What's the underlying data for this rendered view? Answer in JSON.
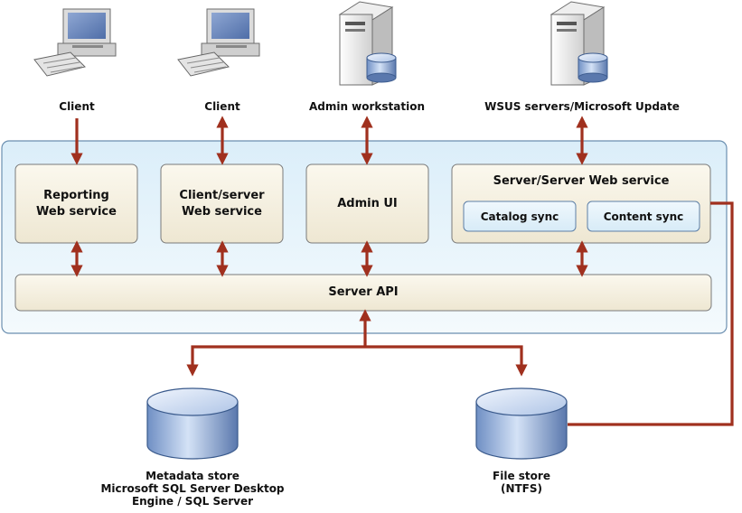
{
  "diagram": {
    "top_nodes": {
      "client_1": "Client",
      "client_2": "Client",
      "admin_workstation": "Admin workstation",
      "wsus_servers": "WSUS servers/Microsoft Update"
    },
    "server": {
      "reporting_line1": "Reporting",
      "reporting_line2": "Web service",
      "client_server_line1": "Client/server",
      "client_server_line2": "Web service",
      "admin_ui": "Admin UI",
      "server_server": "Server/Server Web service",
      "catalog_sync": "Catalog sync",
      "content_sync": "Content sync",
      "server_api": "Server API"
    },
    "stores": {
      "metadata_line1": "Metadata store",
      "metadata_line2": "Microsoft SQL Server Desktop",
      "metadata_line3": "Engine / SQL Server",
      "file_line1": "File store",
      "file_line2": "(NTFS)"
    }
  }
}
